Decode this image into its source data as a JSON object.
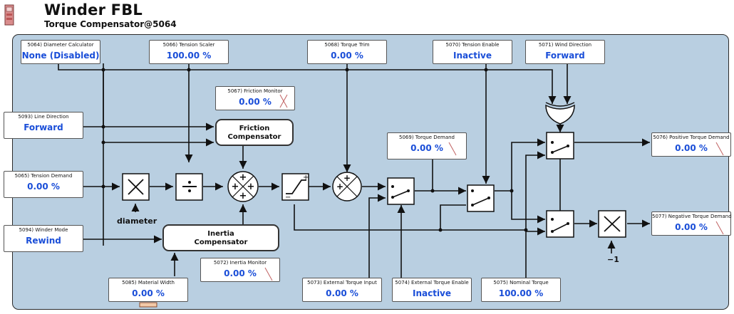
{
  "header": {
    "title": "Winder FBL",
    "subtitle": "Torque Compensator@5064"
  },
  "params": {
    "p5064": {
      "label": "5064) Diameter Calculator",
      "value": "None (Disabled)"
    },
    "p5066": {
      "label": "5066) Tension Scaler",
      "value": "100.00 %"
    },
    "p5068": {
      "label": "5068) Torque Trim",
      "value": "0.00 %"
    },
    "p5070": {
      "label": "5070) Tension Enable",
      "value": "Inactive"
    },
    "p5071": {
      "label": "5071) Wind Direction",
      "value": "Forward"
    },
    "p5067": {
      "label": "5067) Friction Monitor",
      "value": "0.00 %"
    },
    "p5093": {
      "label": "5093) Line Direction",
      "value": "Forward"
    },
    "p5065": {
      "label": "5065) Tension Demand",
      "value": "0.00 %"
    },
    "p5094": {
      "label": "5094) Winder Mode",
      "value": "Rewind"
    },
    "p5069": {
      "label": "5069) Torque Demand",
      "value": "0.00 %"
    },
    "p5076": {
      "label": "5076) Positive Torque Demand",
      "value": "0.00 %"
    },
    "p5077": {
      "label": "5077) Negative Torque Demand",
      "value": "0.00 %"
    },
    "p5072": {
      "label": "5072) Inertia Monitor",
      "value": "0.00 %"
    },
    "p5085": {
      "label": "5085) Material Width",
      "value": "0.00 %"
    },
    "p5073": {
      "label": "5073) External Torque Input",
      "value": "0.00 %"
    },
    "p5074": {
      "label": "5074) External Torque Enable",
      "value": "Inactive"
    },
    "p5075": {
      "label": "5075) Nominal Torque",
      "value": "100.00 %"
    }
  },
  "blocks": {
    "friction": "Friction\nCompensator",
    "inertia": "Inertia\nCompensator"
  },
  "labels": {
    "diameter": "diameter",
    "neg_one": "−1"
  },
  "colors": {
    "panel": "#b9cfe1",
    "value_text": "#1a4ed8",
    "wire": "#111111",
    "header_icon": "#d98c8c"
  }
}
